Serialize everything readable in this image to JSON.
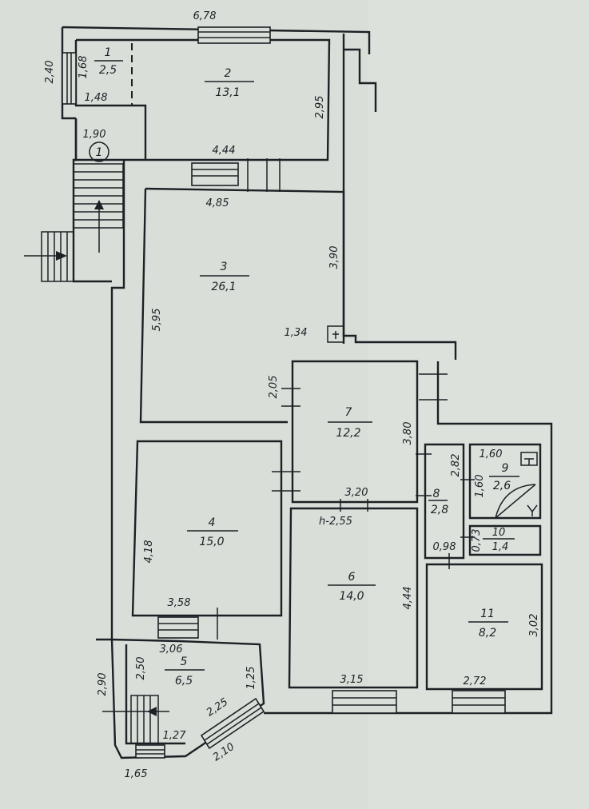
{
  "top_dimension": "6,78",
  "ceiling_height": "h-2,55",
  "entrance_marker": "1",
  "rooms": [
    {
      "number": "1",
      "area": "2,5"
    },
    {
      "number": "2",
      "area": "13,1"
    },
    {
      "number": "3",
      "area": "26,1"
    },
    {
      "number": "4",
      "area": "15,0"
    },
    {
      "number": "5",
      "area": "6,5"
    },
    {
      "number": "6",
      "area": "14,0"
    },
    {
      "number": "7",
      "area": "12,2"
    },
    {
      "number": "8",
      "area": "2,8"
    },
    {
      "number": "9",
      "area": "2,6"
    },
    {
      "number": "10",
      "area": "1,4"
    },
    {
      "number": "11",
      "area": "8,2"
    }
  ],
  "dimensions": {
    "d240": "2,40",
    "d168": "1,68",
    "d148": "1,48",
    "d190": "1,90",
    "d295": "2,95",
    "d444": "4,44",
    "d485": "4,85",
    "d390": "3,90",
    "d595": "5,95",
    "d134": "1,34",
    "d205": "2,05",
    "d380": "3,80",
    "d320": "3,20",
    "d418": "4,18",
    "d358": "3,58",
    "d444b": "4,44",
    "d315": "3,15",
    "d282": "2,82",
    "d160": "1,60",
    "d160b": "1,60",
    "d098": "0,98",
    "d073": "0,73",
    "d302": "3,02",
    "d272": "2,72",
    "d306": "3,06",
    "d290": "2,90",
    "d250": "2,50",
    "d125": "1,25",
    "d225": "2,25",
    "d127": "1,27",
    "d210": "2,10",
    "d165": "1,65"
  }
}
